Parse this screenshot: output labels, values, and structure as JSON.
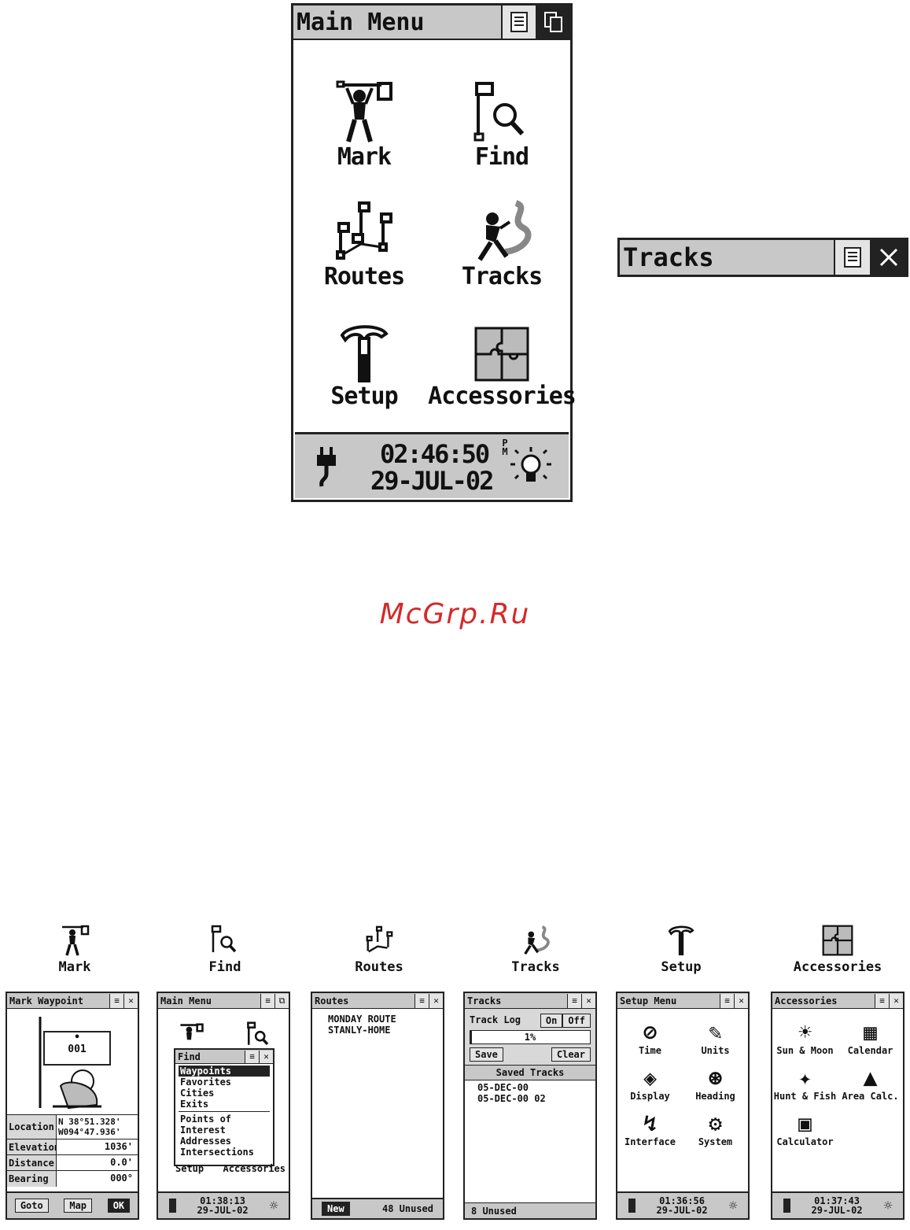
{
  "main_menu": {
    "title": "Main Menu",
    "items": [
      {
        "label": "Mark",
        "icon": "mark-icon"
      },
      {
        "label": "Find",
        "icon": "find-icon"
      },
      {
        "label": "Routes",
        "icon": "routes-icon"
      },
      {
        "label": "Tracks",
        "icon": "tracks-icon"
      },
      {
        "label": "Setup",
        "icon": "setup-icon"
      },
      {
        "label": "Accessories",
        "icon": "accessories-icon"
      }
    ],
    "time": "02:46:50",
    "ampm_top": "P",
    "ampm_bottom": "M",
    "date": "29-JUL-02"
  },
  "tracks_titlebar": {
    "title": "Tracks"
  },
  "watermark": {
    "text": "McGrp.Ru",
    "color": "#d42a2a"
  },
  "captions": [
    "Mark",
    "Find",
    "Routes",
    "Tracks",
    "Setup",
    "Accessories"
  ],
  "mark_screen": {
    "title": "Mark Waypoint",
    "flag_name": "001",
    "location_label": "Location",
    "location_value_1": "N 38°51.328'",
    "location_value_2": "W094°47.936'",
    "elevation_label": "Elevation",
    "elevation_value": "1036'",
    "distance_label": "Distance",
    "distance_value": "0.0'",
    "bearing_label": "Bearing",
    "bearing_value": "000°",
    "goto": "Goto",
    "map": "Map",
    "ok": "OK"
  },
  "find_screen": {
    "title": "Main Menu",
    "popup_title": "Find",
    "items": [
      "Waypoints",
      "Favorites",
      "Cities",
      "Exits",
      "Points of Interest",
      "Addresses",
      "Intersections"
    ],
    "under_labels": [
      "Setup",
      "Accessories"
    ],
    "time": "01:38:13",
    "date": "29-JUL-02"
  },
  "routes_screen": {
    "title": "Routes",
    "routes": [
      "MONDAY ROUTE",
      "STANLY-HOME"
    ],
    "new_button": "New",
    "unused": "48 Unused"
  },
  "tracks_screen": {
    "title": "Tracks",
    "track_log_label": "Track Log",
    "on": "On",
    "off": "Off",
    "progress_text": "1%",
    "progress": 0.01,
    "save": "Save",
    "clear": "Clear",
    "saved_header": "Saved Tracks",
    "saved": [
      "05-DEC-00",
      "05-DEC-00 02"
    ],
    "unused": "8 Unused"
  },
  "setup_screen": {
    "title": "Setup Menu",
    "items": [
      "Time",
      "Units",
      "Display",
      "Heading",
      "Interface",
      "System"
    ],
    "time": "01:36:56",
    "date": "29-JUL-02"
  },
  "accessories_screen": {
    "title": "Accessories",
    "items": [
      "Sun & Moon",
      "Calendar",
      "Hunt & Fish",
      "Area Calc.",
      "Calculator"
    ],
    "time": "01:37:43",
    "date": "29-JUL-02"
  }
}
